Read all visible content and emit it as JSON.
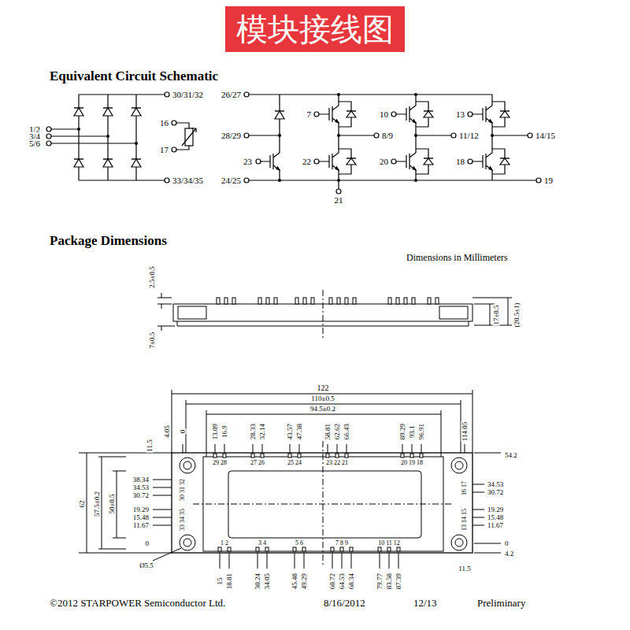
{
  "diagram": {
    "title": "模块接线图",
    "labels": [
      "Equivalent Circuit Schematic",
      "30/31/32",
      "1/2",
      "3/4",
      "5/6",
      "16",
      "17",
      "33/34/35",
      "26/27",
      "28/29",
      "23",
      "24/25",
      "7",
      "22",
      "8/9",
      "21",
      "10",
      "20",
      "11/12",
      "13",
      "18",
      "14/15",
      "19",
      "Package Dimensions",
      "Dimensions in Millimeters",
      "2.5±0.5",
      "7±0.5",
      "17±0.5",
      "(20.5±1)",
      "122",
      "110±0.5",
      "94.5±0.2",
      "4.05",
      "0",
      "13.09",
      "16.9",
      "28.33",
      "32.14",
      "43.57",
      "47.38",
      "58.81",
      "62.62",
      "66.43",
      "89.29",
      "93.1",
      "96.91",
      "114.05",
      "11.5",
      "54.2",
      "29 28",
      "27 26",
      "25 24",
      "23 22 21",
      "20 19 18",
      "38.34",
      "34.53",
      "30.72",
      "19.29",
      "15.48",
      "11.67",
      "0",
      "62",
      "57.5±0.2",
      "50±0.5",
      "30 31 32",
      "33 34 35",
      "16 17",
      "13 14 15",
      "34.53",
      "30.72",
      "19.29",
      "15.48",
      "11.67",
      "0",
      "4.2",
      "11.5",
      "1 2",
      "3 4",
      "5 6",
      "7 8 9",
      "10 11 12",
      "Ø5.5",
      "15",
      "18.81",
      "30.24",
      "34.05",
      "45.48",
      "49.29",
      "60.72",
      "64.53",
      "68.34",
      "79.77",
      "83.58",
      "87.39",
      "©2012 STARPOWER Semiconductor Ltd.",
      "8/16/2012",
      "12/13",
      "Preliminary"
    ]
  }
}
